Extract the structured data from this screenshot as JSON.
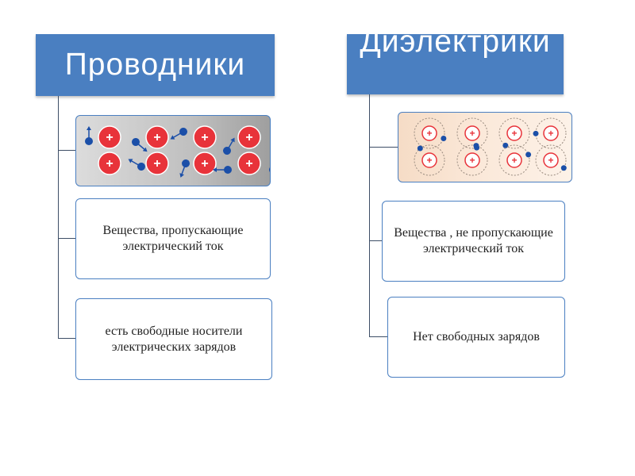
{
  "left": {
    "title": "Проводники",
    "box1": "Вещества, пропускающие электрический ток",
    "box2": "есть свободные носители электрических зарядов"
  },
  "right": {
    "title": "Диэлектрики",
    "box1": "Вещества , не пропускающие электрический ток",
    "box2": "Нет свободных зарядов"
  },
  "plus_sign": "+",
  "colors": {
    "header": "#4a7fc1",
    "ion": "#e8333a",
    "electron": "#1b4fa8"
  }
}
